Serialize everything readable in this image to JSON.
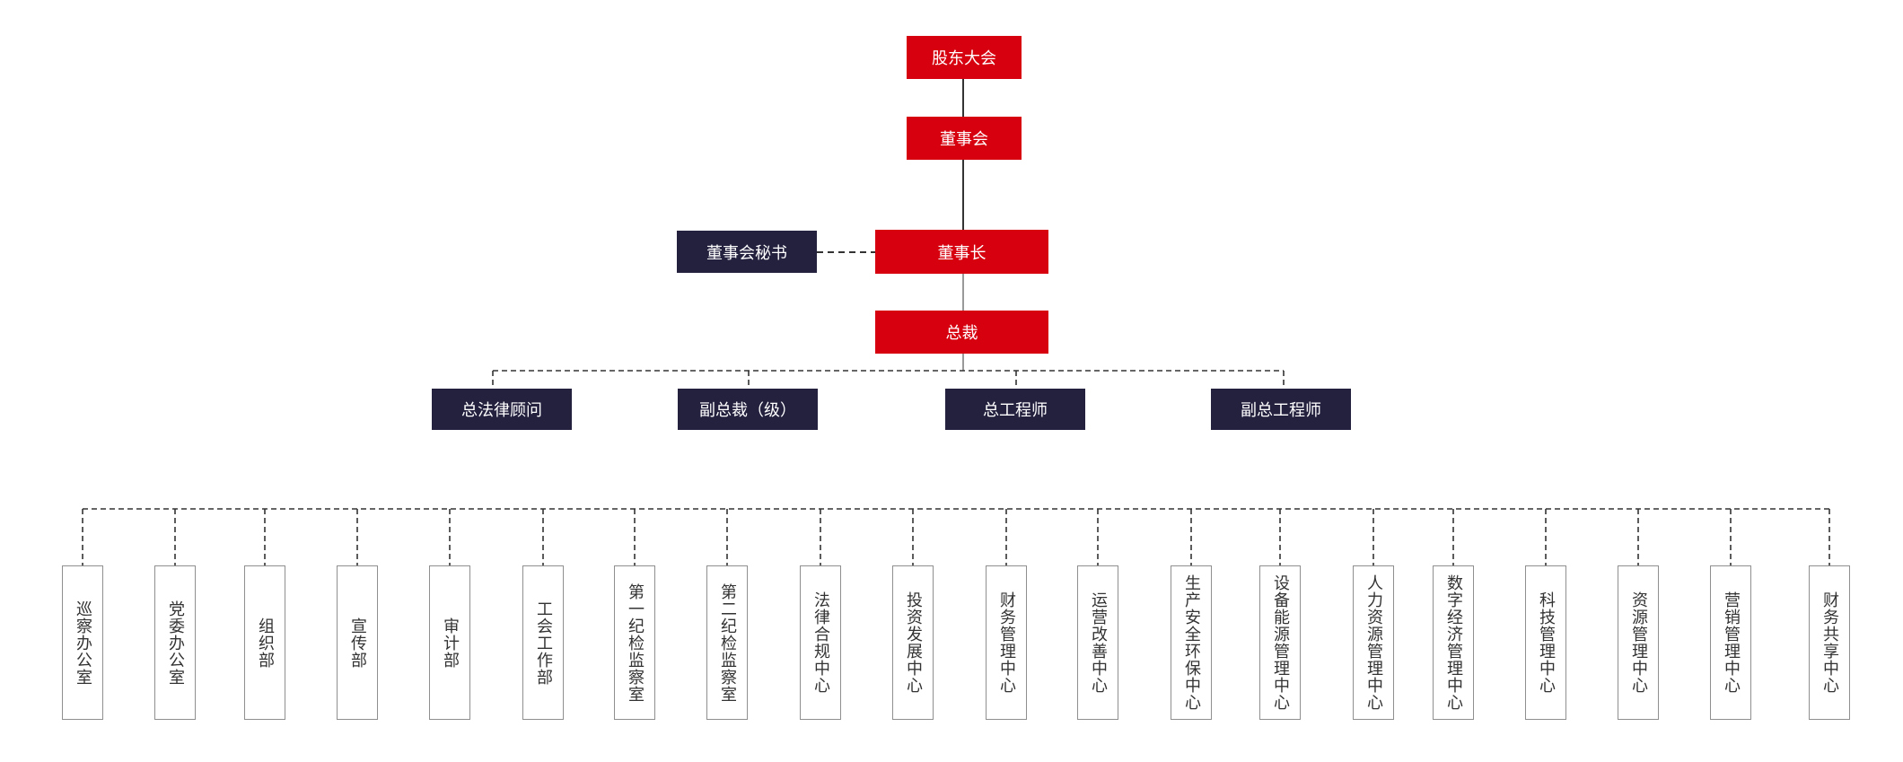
{
  "colors": {
    "red": "#d7000f",
    "navy": "#24213f",
    "line": "#333333",
    "dept_border": "#8f8f8f"
  },
  "chart": {
    "shareholders": "股东大会",
    "board": "董事会",
    "chairman": "董事长",
    "secretary": "董事会秘书",
    "president": "总裁",
    "executives": [
      "总法律顾问",
      "副总裁（级）",
      "总工程师",
      "副总工程师"
    ],
    "departments": [
      "巡察办公室",
      "党委办公室",
      "组织部",
      "宣传部",
      "审计部",
      "工会工作部",
      "第一纪检监察室",
      "第二纪检监察室",
      "法律合规中心",
      "投资发展中心",
      "财务管理中心",
      "运营改善中心",
      "生产安全环保中心",
      "设备能源管理中心",
      "人力资源管理中心",
      "数字经济管理中心",
      "科技管理中心",
      "资源管理中心",
      "营销管理中心",
      "财务共享中心"
    ]
  }
}
